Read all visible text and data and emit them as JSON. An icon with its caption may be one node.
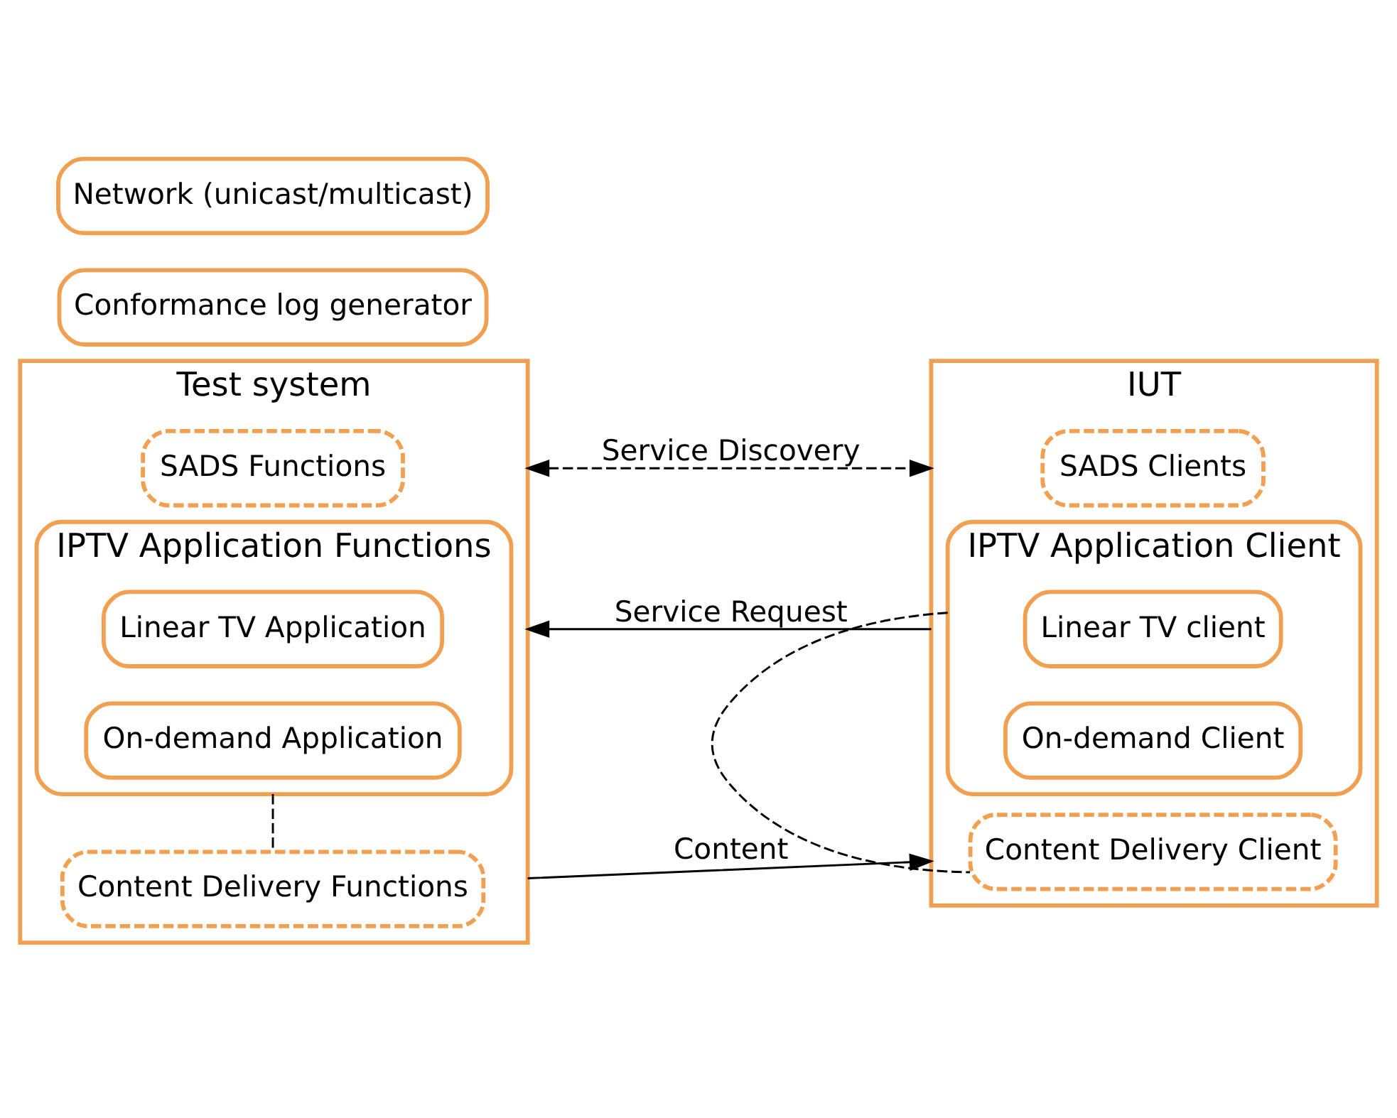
{
  "diagram": {
    "nodes": [
      {
        "text": [
          "Test system"
        ]
      },
      {
        "text": [
          "SADS Functions"
        ],
        "in": 0
      },
      {
        "text": [
          "IPTV Application Functions"
        ],
        "in": 0
      },
      {
        "text": [
          "Linear TV Application"
        ],
        "in": 2
      },
      {
        "text": [
          "On-demand Application"
        ],
        "in": 2
      },
      {
        "text": [
          "Content Delivery Functions"
        ],
        "in": 0
      },
      {
        "text": [
          "IUT"
        ]
      },
      {
        "text": [
          "SADS Clients"
        ],
        "in": 6
      },
      {
        "text": [
          "IPTV Application Client"
        ],
        "in": 6
      },
      {
        "text": [
          "Linear TV client"
        ],
        "in": 8
      },
      {
        "text": [
          "On-demand Client"
        ],
        "in": 8
      },
      {
        "text": [
          "Content Delivery Client"
        ],
        "in": 6
      },
      {
        "text": [
          "Conformance log generator"
        ]
      },
      {
        "text": [
          "Network (unicast/multicast)"
        ]
      }
    ],
    "edges": [
      {
        "from": 0,
        "to": 6,
        "arrow": "both",
        "label": "Service Discovery",
        "style": "dashed"
      },
      {
        "from": 6,
        "to": 0,
        "arrow": "to",
        "label": "Service Request"
      },
      {
        "from": 0,
        "to": 6,
        "arrow": "to",
        "label": "Content"
      },
      {
        "from": 2,
        "to": 5,
        "arrow": "none",
        "style": "dashed"
      },
      {
        "from": 8,
        "to": 11,
        "arrow": "none",
        "style": "dashed"
      }
    ]
  }
}
